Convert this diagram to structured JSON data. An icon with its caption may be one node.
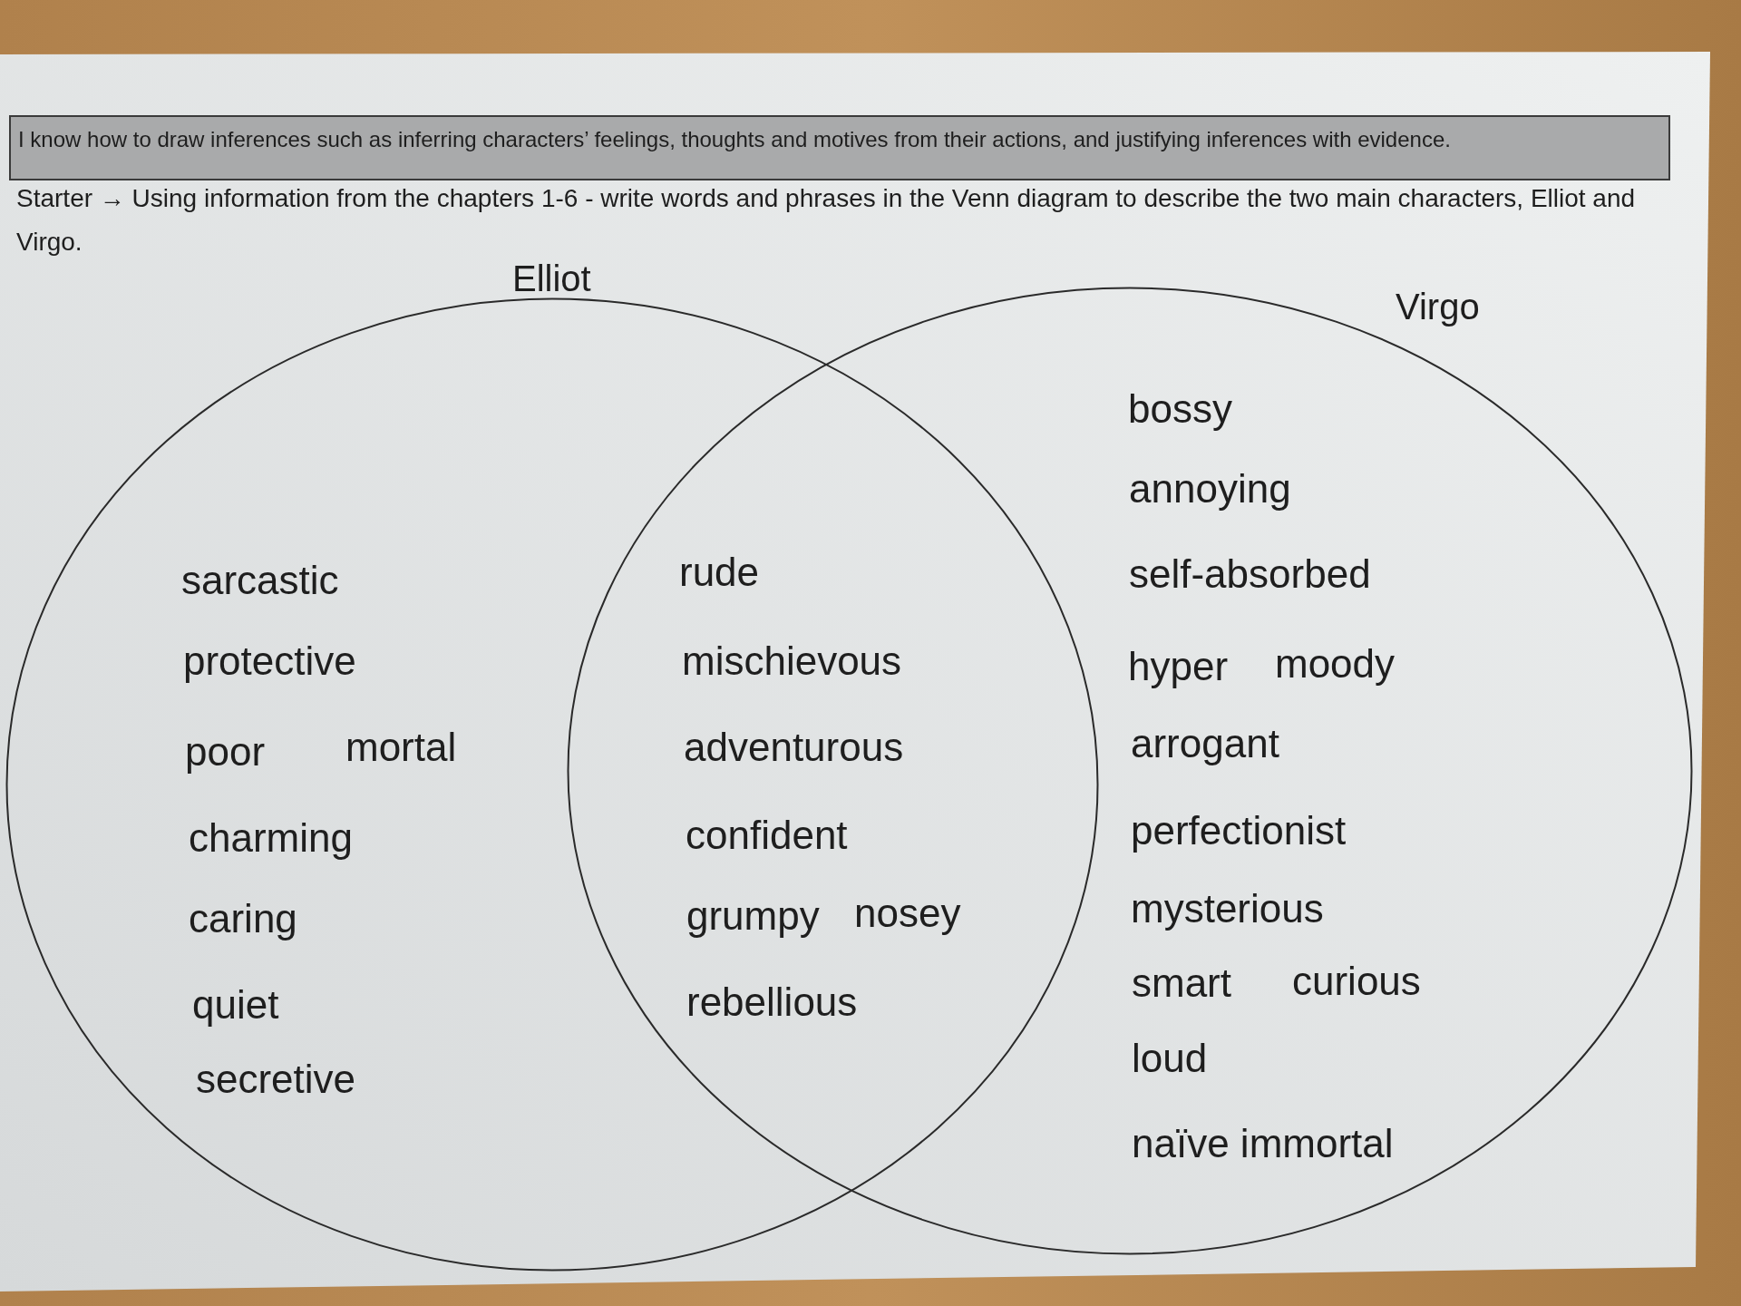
{
  "diagram": {
    "title": "I know how to draw inferences such as inferring characters’ feelings, thoughts and motives from their actions, and justifying inferences with evidence.",
    "nodes": [
      {
        "text": [
          "Elliot",
          "sarcastic",
          "protective",
          "poor",
          "mortal",
          "charming",
          "caring",
          "quiet",
          "secretive"
        ]
      },
      {
        "text": [
          "Virgo",
          "bossy",
          "annoying",
          "self-absorbed",
          "hyper",
          "moody",
          "arrogant",
          "perfectionist",
          "mysterious",
          "smart",
          "curious",
          "loud",
          "naïve immortal"
        ]
      }
    ],
    "labels": [
      "Starter → Using information from the chapters 1-6 - write words and phrases in the Venn diagram to describe the two main characters, Elliot and Virgo.",
      "rude",
      "mischievous",
      "adventurous",
      "confident",
      "grumpy",
      "nosey",
      "rebellious"
    ]
  }
}
